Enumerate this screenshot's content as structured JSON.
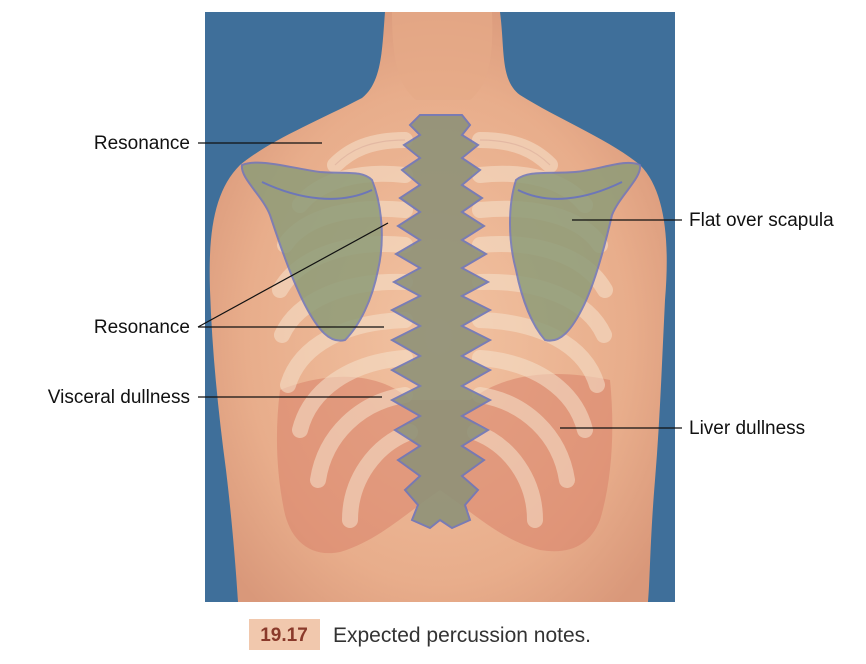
{
  "labels": {
    "resonance_top": "Resonance",
    "resonance_mid": "Resonance",
    "visceral_dullness": "Visceral dullness",
    "flat_over_scapula": "Flat over scapula",
    "liver_dullness": "Liver dullness"
  },
  "caption": {
    "number": "19.17",
    "text": "Expected percussion notes."
  },
  "colors": {
    "background": "#3f6f9a",
    "skin": "#e9b392",
    "scapula_fill": "#8e9c78",
    "spine_fill": "#8f9278",
    "outline": "#6d76b8",
    "rib_highlight": "#f3dcc3",
    "dullness_zone": "#d9826a",
    "caption_badge": "#f1c8ad",
    "caption_number": "#8a3a2b"
  }
}
